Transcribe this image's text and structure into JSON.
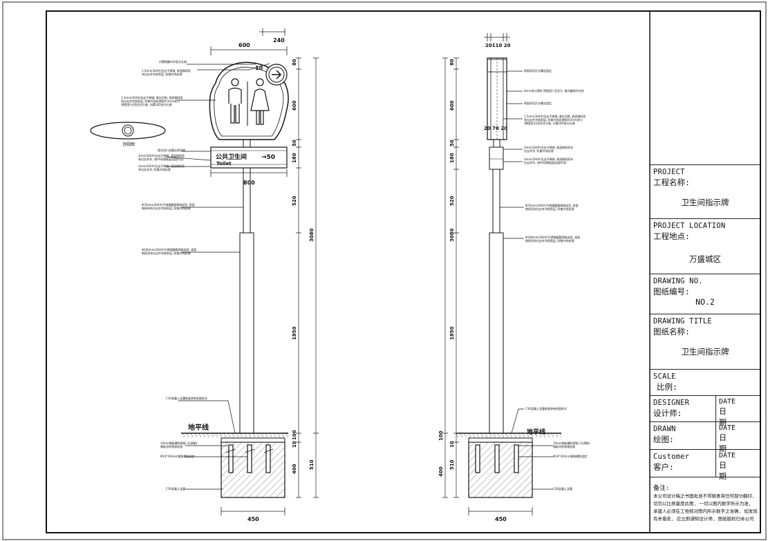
{
  "title_block": {
    "project_en": "PROJECT",
    "project_cn": "工程名称:",
    "project_value": "卫生间指示牌",
    "location_en": "PROJECT LOCATION",
    "location_cn": "工程地点:",
    "location_value": "万盛城区",
    "drawing_no_en": "DRAWING NO.",
    "drawing_no_cn": "图纸编号:",
    "drawing_no_value": "NO.2",
    "drawing_title_en": "DRAWING TITLE",
    "drawing_title_cn": "图纸名称:",
    "drawing_title_value": "卫生间指示牌",
    "scale_en": "SCALE",
    "scale_cn": "比例:",
    "designer_en": "DESIGNER",
    "designer_cn": "设计师:",
    "drawn_en": "DRAWN",
    "drawn_cn": "绘图:",
    "customer_en": "Customer",
    "customer_cn": "客户:",
    "date_en": "DATE",
    "date_cn": "日期",
    "note_heading": "备注:",
    "note_text": "本公司设计稿之书面批准不得随意将任何部分翻印, 切勿以比例量度此图, 一切以图内数字所示为准, 承建人必须在工地核对图内所示数字之准确, 如发现有矛盾处, 应立即通知设计师, 图纸版权归本公司"
  },
  "front": {
    "dims": {
      "d600": "600",
      "d240": "240",
      "d10": "10",
      "d80": "80",
      "d600b": "600",
      "d50": "50",
      "d180": "180",
      "d800": "800",
      "d520": "520",
      "d3080": "3080",
      "d1850": "1850",
      "d100": "100",
      "d10b": "10",
      "d400": "400",
      "d510": "510",
      "d450": "450"
    },
    "plate_text": "公共卫生间",
    "plate_distance": "→50",
    "plate_en": "Toilet",
    "ground_label": "地平线",
    "top_view_label": "顶视图",
    "notes": {
      "n1": "内置钢圈LED发光光源",
      "n2a": "1.5mm(304#)拉丝不锈钢, 表面钢网亮",
      "n2b": "系拉丝并涂保养层, 防紫外线处理",
      "n3a": "1.5mm(304#)拉丝不锈钢, 激光切割, 表面钢网亮",
      "n3b": "系拉丝并涂保养层, 防紫外线处理背衬3mm进口",
      "n3c": "(德国亚)白色亚克力板, 内置LED发光光源",
      "n4": "图文进口油墨丝网印刷",
      "n5a": "3mm(304#)拉丝不锈钢, 表面钢网亮",
      "n5b": "系拉丝并涂, (除中间隔板起加固作用)",
      "n6a": "3mm(304#)拉丝不锈钢, 表面钢网亮",
      "n6b": "系拉丝并涂, 防紫外线处理",
      "n7a": "Φ70mm(304#)不锈钢圆管焊接成型, 表面",
      "n7b": "钢网亮系拉丝并涂保养层, 防紫外线处理",
      "n8a": "Φ100mm(304#)不锈钢圆管焊接成型, 表面",
      "n8b": "钢网亮系拉丝并涂保养层, 防紫外线处理",
      "n9": "C30混凝土浇灌恢复原有地面样式",
      "n10a": "10mm钢板螺栓焊接 (孔预制)",
      "n10b": "钢板涂防锈漆处理",
      "n11": "Φ16*350mm膨胀螺栓固定",
      "n12": "C30混凝土浇灌"
    }
  },
  "side": {
    "dims": {
      "top": "20110 20",
      "d80": "80",
      "d600": "600",
      "d50": "50",
      "d180": "180",
      "d520": "520",
      "d3080": "3080",
      "d1850": "1850",
      "d100": "100",
      "d10": "10",
      "d510": "510",
      "d400": "400",
      "d450": "450",
      "mid": "20 70 20"
    },
    "ground_label": "地平线",
    "notes": {
      "s1": "侧面采用沉头螺丝固定",
      "s2": "6mm进口透明 (德国亚) 亚克力, 激光雕刻并光刻",
      "s3": "侧面采用沉头螺丝固定",
      "s4a": "1.5mm(304#)拉丝不锈钢, 激光切割, 表面钢网亮",
      "s4b": "系拉丝并涂保养层, 防紫外线处理背衬3mm进口",
      "s4c": "(德国亚)白色亚克力板, 内置LED发光光源",
      "s5a": "3mm(304#)拉丝不锈钢, 表面钢网亮系",
      "s5b": "拉丝并涂, 防紫外线处理",
      "s6a": "3mm(304#)拉丝不锈钢, 表面钢网亮系",
      "s6b": "拉丝并涂, (除中间隔板起加固作用)",
      "s7a": "Φ70mm(304#)不锈钢圆管焊接成型, 表面",
      "s7b": "钢网亮系拉丝并涂保养层, 防紫外线处理",
      "s8a": "Φ100mm(304#)不锈钢圆管焊接成型, 表面",
      "s8b": "钢网亮系拉丝并涂保养层, 防紫外线处理",
      "s9": "C30混凝土浇灌恢复原有地面样式",
      "s10a": "10mm钢板螺栓焊接 (孔预制)",
      "s10b": "钢板涂防锈漆处理",
      "s11": "Φ16*350mm膨胀螺栓固定",
      "s12": "C30混凝土浇灌"
    }
  }
}
